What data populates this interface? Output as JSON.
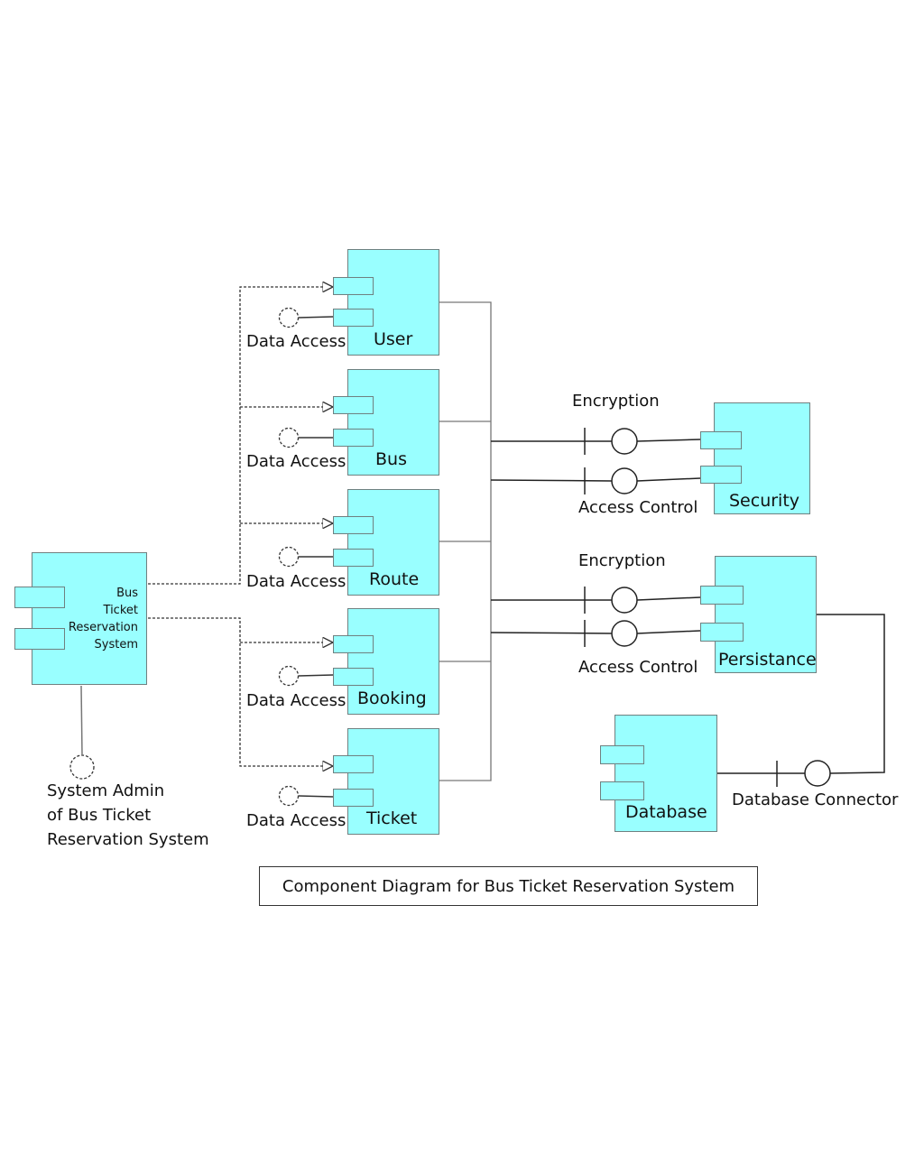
{
  "title": "Component Diagram for Bus Ticket Reservation System",
  "colors": {
    "component_fill": "#99ffff",
    "component_border": "#6f8080",
    "line": "#333333"
  },
  "main_component": {
    "name_lines": [
      "Bus",
      "Ticket",
      "Reservation",
      "System"
    ]
  },
  "admin": {
    "lines": [
      "System Admin",
      "of Bus Ticket",
      "Reservation System"
    ]
  },
  "data_access_label": "Data Access",
  "modules": [
    {
      "name": "User"
    },
    {
      "name": "Bus"
    },
    {
      "name": "Route"
    },
    {
      "name": "Booking"
    },
    {
      "name": "Ticket"
    }
  ],
  "security": {
    "name": "Security",
    "interfaces": [
      "Encryption",
      "Access Control"
    ]
  },
  "persistance": {
    "name": "Persistance",
    "interfaces": [
      "Encryption",
      "Access Control"
    ]
  },
  "database": {
    "name": "Database",
    "connector": "Database Connector"
  }
}
